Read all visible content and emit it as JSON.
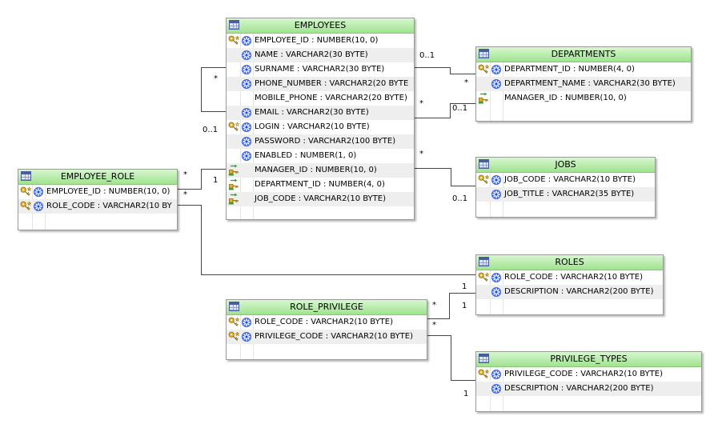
{
  "entities": [
    {
      "id": "employees",
      "name": "EMPLOYEES",
      "columns": [
        {
          "text": "EMPLOYEE_ID : NUMBER(10, 0)",
          "key": "pk",
          "attr": "required"
        },
        {
          "text": "NAME : VARCHAR2(30 BYTE)",
          "key": "",
          "attr": "required"
        },
        {
          "text": "SURNAME : VARCHAR2(30 BYTE)",
          "key": "",
          "attr": "required"
        },
        {
          "text": "PHONE_NUMBER : VARCHAR2(20 BYTE",
          "key": "",
          "attr": "required"
        },
        {
          "text": "MOBILE_PHONE : VARCHAR2(20 BYTE)",
          "key": "",
          "attr": ""
        },
        {
          "text": "EMAIL : VARCHAR2(30 BYTE)",
          "key": "",
          "attr": "required"
        },
        {
          "text": "LOGIN : VARCHAR2(10 BYTE)",
          "key": "uk",
          "attr": "required"
        },
        {
          "text": "PASSWORD : VARCHAR2(100 BYTE)",
          "key": "",
          "attr": "required"
        },
        {
          "text": "ENABLED : NUMBER(1, 0)",
          "key": "",
          "attr": "required"
        },
        {
          "text": "MANAGER_ID : NUMBER(10, 0)",
          "key": "fk",
          "attr": ""
        },
        {
          "text": "DEPARTMENT_ID : NUMBER(4, 0)",
          "key": "fk",
          "attr": ""
        },
        {
          "text": "JOB_CODE : VARCHAR2(10 BYTE)",
          "key": "fk",
          "attr": ""
        }
      ]
    },
    {
      "id": "departments",
      "name": "DEPARTMENTS",
      "columns": [
        {
          "text": "DEPARTMENT_ID : NUMBER(4, 0)",
          "key": "pk",
          "attr": "required"
        },
        {
          "text": "DEPARTMENT_NAME : VARCHAR2(30 BYTE)",
          "key": "",
          "attr": "required"
        },
        {
          "text": "MANAGER_ID : NUMBER(10, 0)",
          "key": "fk",
          "attr": ""
        }
      ]
    },
    {
      "id": "jobs",
      "name": "JOBS",
      "columns": [
        {
          "text": "JOB_CODE : VARCHAR2(10 BYTE)",
          "key": "pk",
          "attr": "required"
        },
        {
          "text": "JOB_TITLE : VARCHAR2(35 BYTE)",
          "key": "",
          "attr": "required"
        }
      ]
    },
    {
      "id": "employee_role",
      "name": "EMPLOYEE_ROLE",
      "columns": [
        {
          "text": "EMPLOYEE_ID : NUMBER(10, 0)",
          "key": "pk",
          "attr": "required"
        },
        {
          "text": "ROLE_CODE : VARCHAR2(10 BY",
          "key": "pk",
          "attr": "required"
        }
      ]
    },
    {
      "id": "roles",
      "name": "ROLES",
      "columns": [
        {
          "text": "ROLE_CODE : VARCHAR2(10 BYTE)",
          "key": "pk",
          "attr": "required"
        },
        {
          "text": "DESCRIPTION : VARCHAR2(200 BYTE)",
          "key": "",
          "attr": "required"
        }
      ]
    },
    {
      "id": "role_privilege",
      "name": "ROLE_PRIVILEGE",
      "columns": [
        {
          "text": "ROLE_CODE : VARCHAR2(10 BYTE)",
          "key": "pk",
          "attr": "required"
        },
        {
          "text": "PRIVILEGE_CODE : VARCHAR2(10 BYTE)",
          "key": "pk",
          "attr": "required"
        }
      ]
    },
    {
      "id": "privilege_types",
      "name": "PRIVILEGE_TYPES",
      "columns": [
        {
          "text": "PRIVILEGE_CODE : VARCHAR2(10 BYTE)",
          "key": "pk",
          "attr": "required"
        },
        {
          "text": "DESCRIPTION : VARCHAR2(200 BYTE)",
          "key": "",
          "attr": "required"
        }
      ]
    }
  ],
  "cardinality_labels": [
    "*",
    "0..1",
    "0..1",
    "*",
    "*",
    "0..1",
    "*",
    "0..1",
    "*",
    "1",
    "*",
    "1",
    "*",
    "1",
    "*",
    "1"
  ],
  "colors": {
    "header_top": "#d8f7d0",
    "header_bottom": "#9fe38f",
    "border": "#9a9a9a",
    "connector": "#444444",
    "required_attr": "#1f49d8",
    "key_gold": "#e2b52a"
  }
}
